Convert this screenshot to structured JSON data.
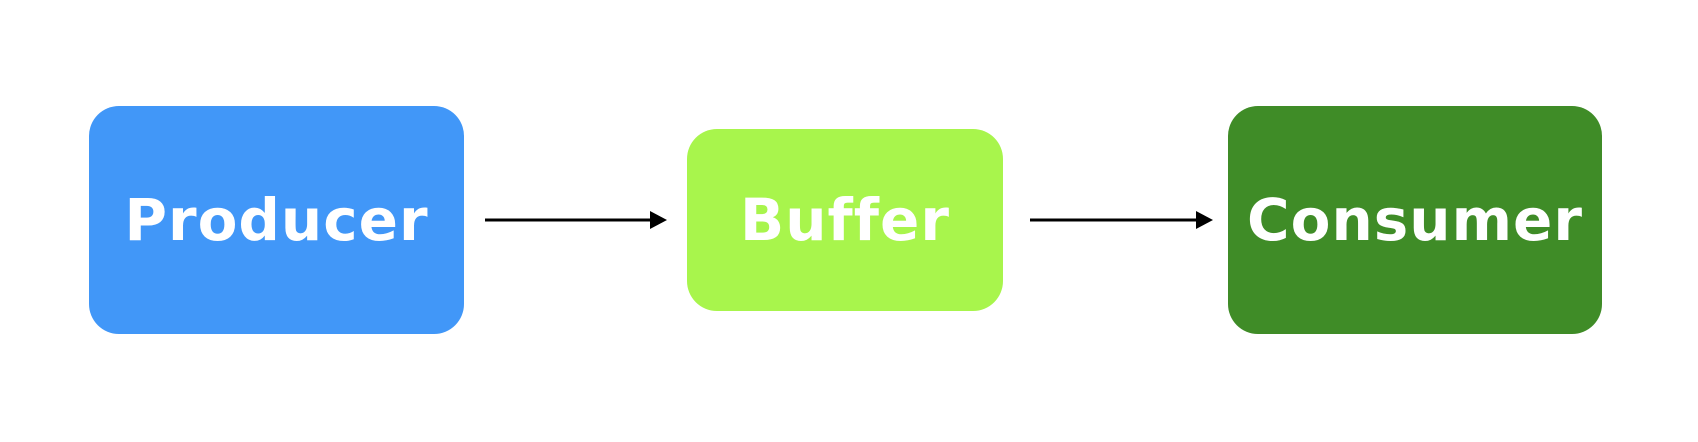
{
  "nodes": [
    {
      "id": "producer",
      "label": "Producer",
      "color": "#4197f8"
    },
    {
      "id": "buffer",
      "label": "Buffer",
      "color": "#a8f54c"
    },
    {
      "id": "consumer",
      "label": "Consumer",
      "color": "#3f8c27"
    }
  ],
  "edges": [
    {
      "from": "producer",
      "to": "buffer"
    },
    {
      "from": "buffer",
      "to": "consumer"
    }
  ],
  "edge_color": "#000000"
}
